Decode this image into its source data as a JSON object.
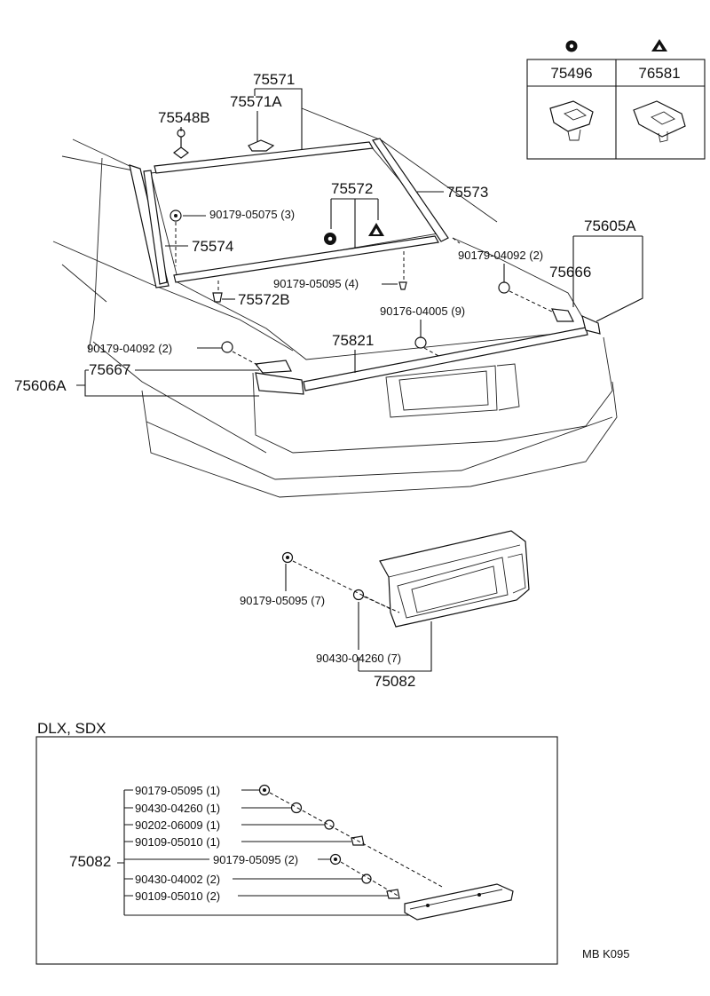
{
  "clip_table": {
    "headers": [
      {
        "symbol": "circle",
        "part": "75496"
      },
      {
        "symbol": "triangle",
        "part": "76581"
      }
    ]
  },
  "upper": {
    "p75571": "75571",
    "p75571A": "75571A",
    "p75548B": "75548B",
    "p75572": "75572",
    "p75573": "75573",
    "p90179_05075": "90179-05075 (3)",
    "p75574": "75574",
    "p90179_05095a": "90179-05095 (4)",
    "p75572B": "75572B",
    "p75605A": "75605A",
    "p90179_04092r": "90179-04092 (2)",
    "p75666": "75666",
    "p90176_04005": "90176-04005 (9)",
    "p75821": "75821",
    "p90179_04092l": "90179-04092 (2)",
    "p75667": "75667",
    "p75606A": "75606A"
  },
  "middle": {
    "p90179_05095b": "90179-05095 (7)",
    "p90430_04260": "90430-04260 (7)",
    "p75082": "75082"
  },
  "dlx": {
    "title": "DLX, SDX",
    "assembly": "75082",
    "parts": [
      "90179-05095 (1)",
      "90430-04260 (1)",
      "90202-06009 (1)",
      "90109-05010 (1)",
      "90179-05095 (2)",
      "90430-04002 (2)",
      "90109-05010 (2)"
    ]
  },
  "footer_code": "MB  K095"
}
